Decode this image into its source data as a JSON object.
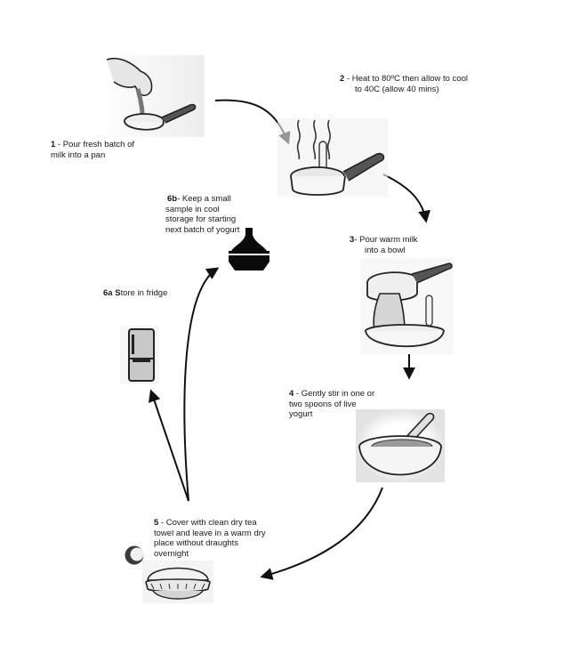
{
  "title": "Homemade yogurt process cycle",
  "steps": [
    {
      "id": "1",
      "num": "1",
      "sep": " - ",
      "text_line1": "Pour fresh batch of",
      "text_line2": "milk into a pan",
      "icon": "hand-pouring-milk-into-pan-icon"
    },
    {
      "id": "2",
      "num": "2",
      "sep": " - ",
      "text_line1": "Heat to 80ºC then allow to cool",
      "text_line2": "to 40C (allow 40 mins)",
      "icon": "heating-pan-thermometer-icon"
    },
    {
      "id": "3",
      "num": "3",
      "sep": "- ",
      "text_line1": "Pour warm milk",
      "text_line2": "into a bowl",
      "icon": "pan-pouring-into-bowl-icon"
    },
    {
      "id": "4",
      "num": "4",
      "sep": " - ",
      "text_line1": "Gently stir in one or",
      "text_line2": "two spoons of live",
      "text_line3": "yogurt",
      "icon": "bowl-with-spoon-icon"
    },
    {
      "id": "5",
      "num": "5",
      "sep": " - ",
      "text_line1": "Cover with clean dry tea",
      "text_line2": "towel and leave in a warm dry",
      "text_line3": "place without draughts",
      "text_line4": "overnight",
      "icon": "covered-bowl-icon",
      "icon2": "moon-icon"
    },
    {
      "id": "6a",
      "num": "6a",
      "bold_letter": "S",
      "text_rest": "tore in fridge",
      "icon": "fridge-icon"
    },
    {
      "id": "6b",
      "num": "6b",
      "sep": "- ",
      "text_line1": "Keep a small",
      "text_line2": "sample in cool",
      "text_line3": "storage for starting",
      "text_line4": "next batch of yogurt",
      "icon": "storage-jar-icon"
    }
  ],
  "arrows": [
    {
      "from": "1",
      "to": "2"
    },
    {
      "from": "2",
      "to": "3"
    },
    {
      "from": "3",
      "to": "4"
    },
    {
      "from": "4",
      "to": "5"
    },
    {
      "from": "5",
      "to": "6a"
    },
    {
      "from": "5",
      "to": "6b"
    }
  ],
  "colors": {
    "line": "#111111",
    "fill_light": "#e9e9e9",
    "fill_mid": "#c8c8c8",
    "jar": "#0a0a0a"
  }
}
